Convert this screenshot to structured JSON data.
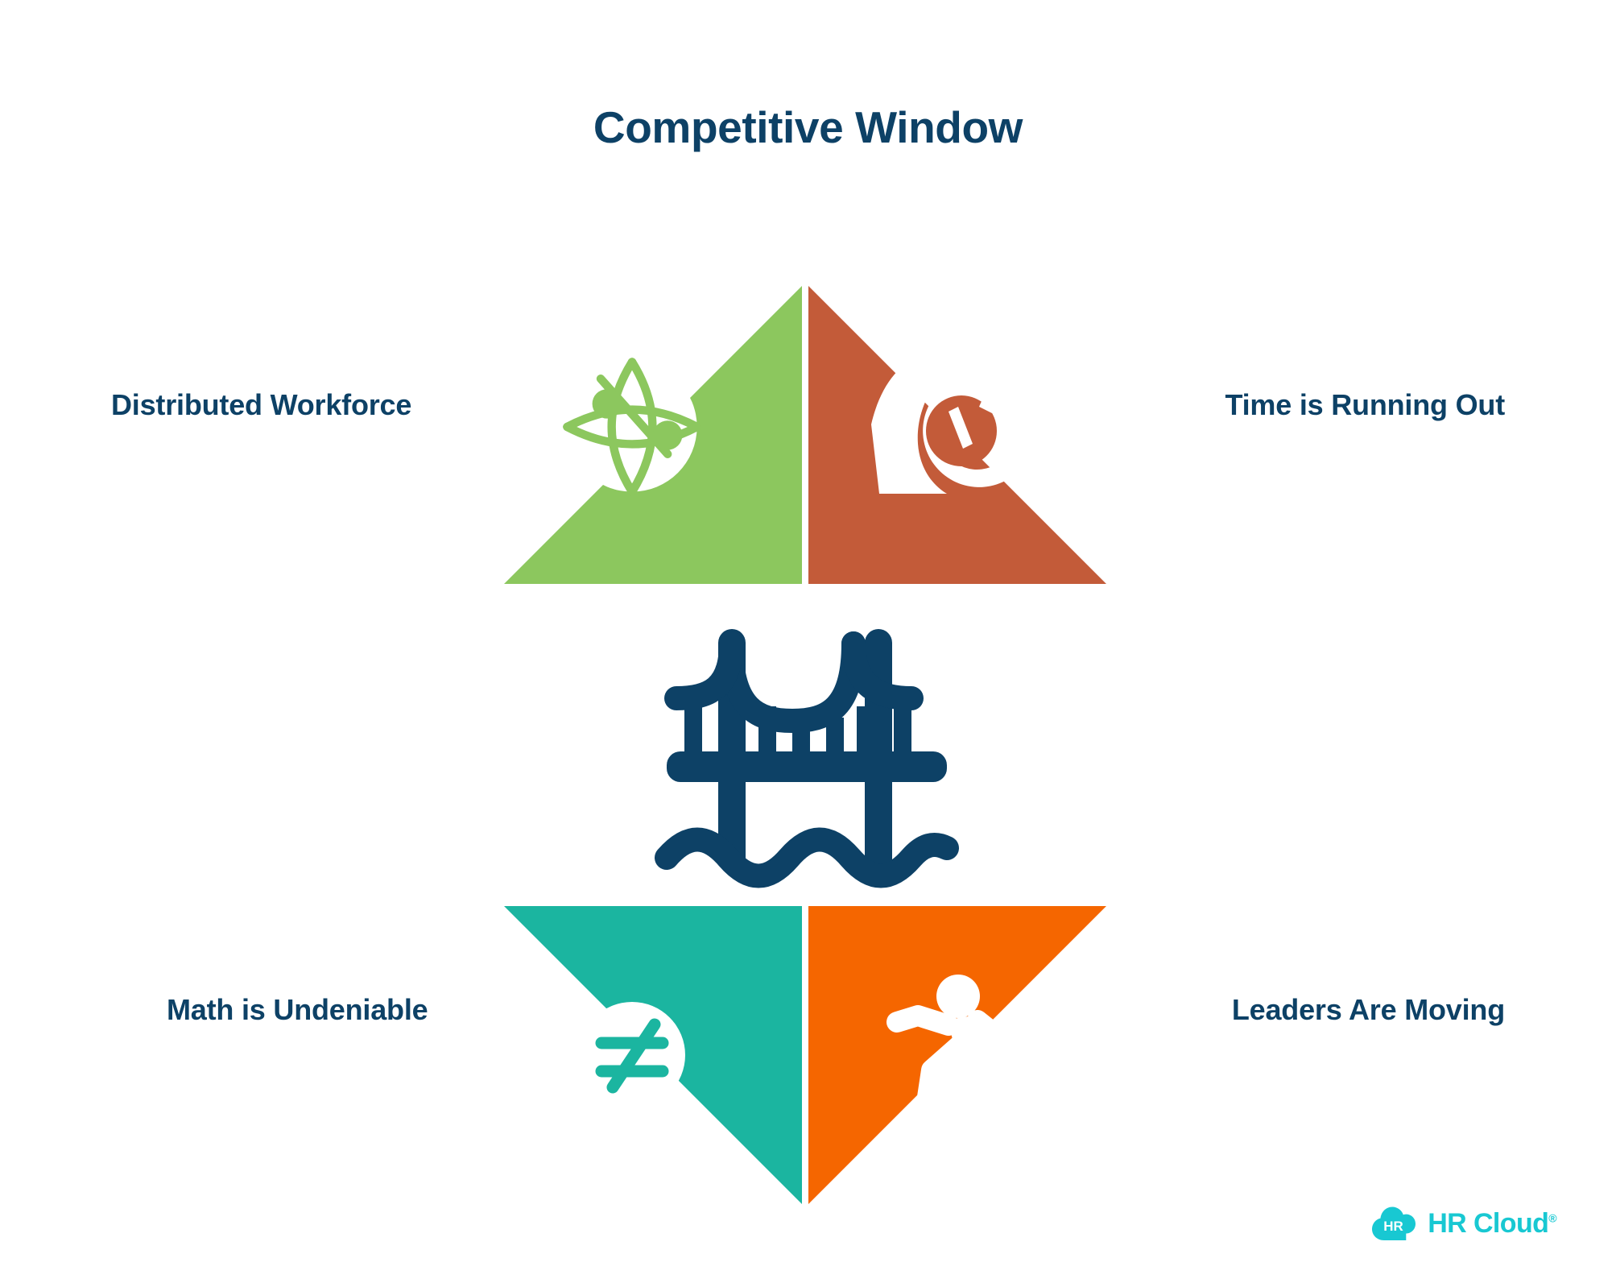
{
  "title": "Competitive Window",
  "center": {
    "icon": "bridge-icon",
    "icon_color": "#0d4166"
  },
  "quadrants": [
    {
      "id": "distributed-workforce",
      "label": "Distributed Workforce",
      "position": "top-left",
      "color": "#8cc75e",
      "icon": "globe-network-icon",
      "icon_color": "#ffffff"
    },
    {
      "id": "time-is-running-out",
      "label": "Time is Running Out",
      "position": "top-right",
      "color": "#c35b39",
      "icon": "hand-holding-stopwatch-icon",
      "icon_color": "#ffffff"
    },
    {
      "id": "math-is-undeniable",
      "label": "Math is Undeniable",
      "position": "bottom-left",
      "color": "#1bb5a0",
      "icon": "not-equal-icon",
      "icon_color": "#1bb5a0",
      "icon_background": "#ffffff"
    },
    {
      "id": "leaders-are-moving",
      "label": "Leaders Are Moving",
      "position": "bottom-right",
      "color": "#f56600",
      "icon": "running-person-icon",
      "icon_color": "#ffffff"
    }
  ],
  "brand": {
    "mark_text": "HR",
    "name": "HR Cloud",
    "registered_mark": "®",
    "color": "#18c8d2"
  },
  "colors": {
    "background": "#ffffff",
    "text": "#0d4166",
    "green": "#8cc75e",
    "terracotta": "#c35b39",
    "teal": "#1bb5a0",
    "orange": "#f56600",
    "brand_cyan": "#18c8d2"
  }
}
